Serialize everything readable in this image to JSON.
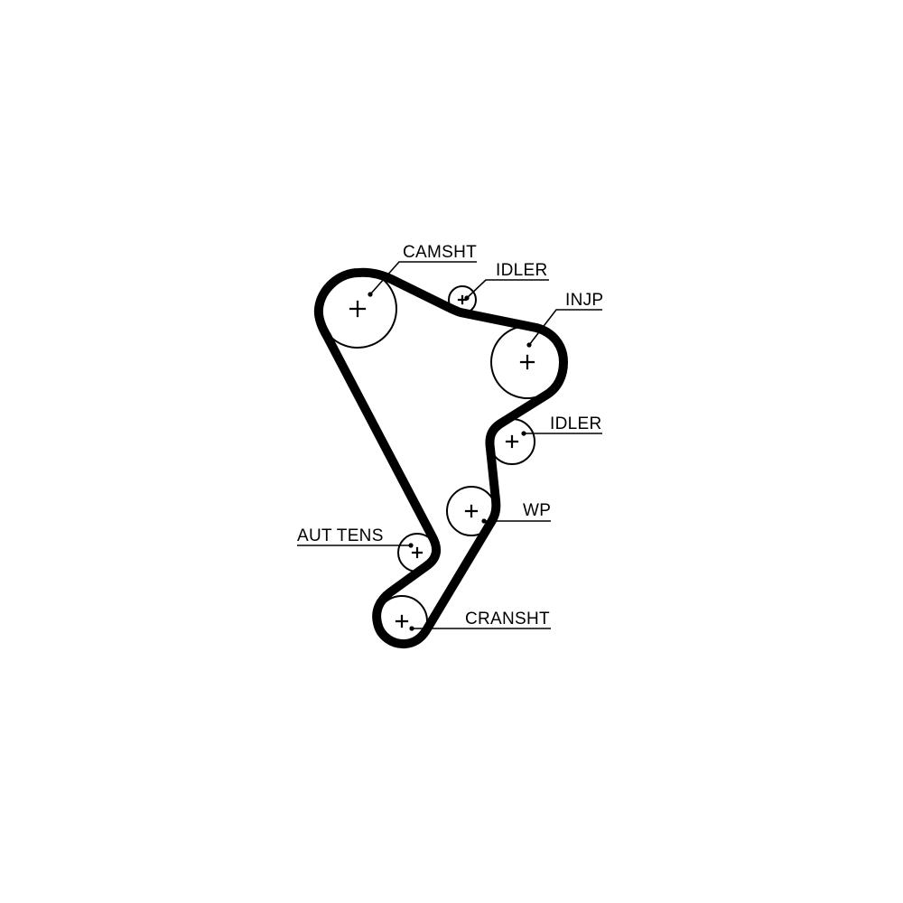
{
  "labels": {
    "camshaft": "CAMSHT",
    "idler_top": "IDLER",
    "injection_pump": "INJP",
    "idler_mid": "IDLER",
    "water_pump": "WP",
    "auto_tensioner": "AUT TENS",
    "crankshaft": "CRANSHT"
  },
  "colors": {
    "line": "#000000",
    "background": "#ffffff"
  }
}
